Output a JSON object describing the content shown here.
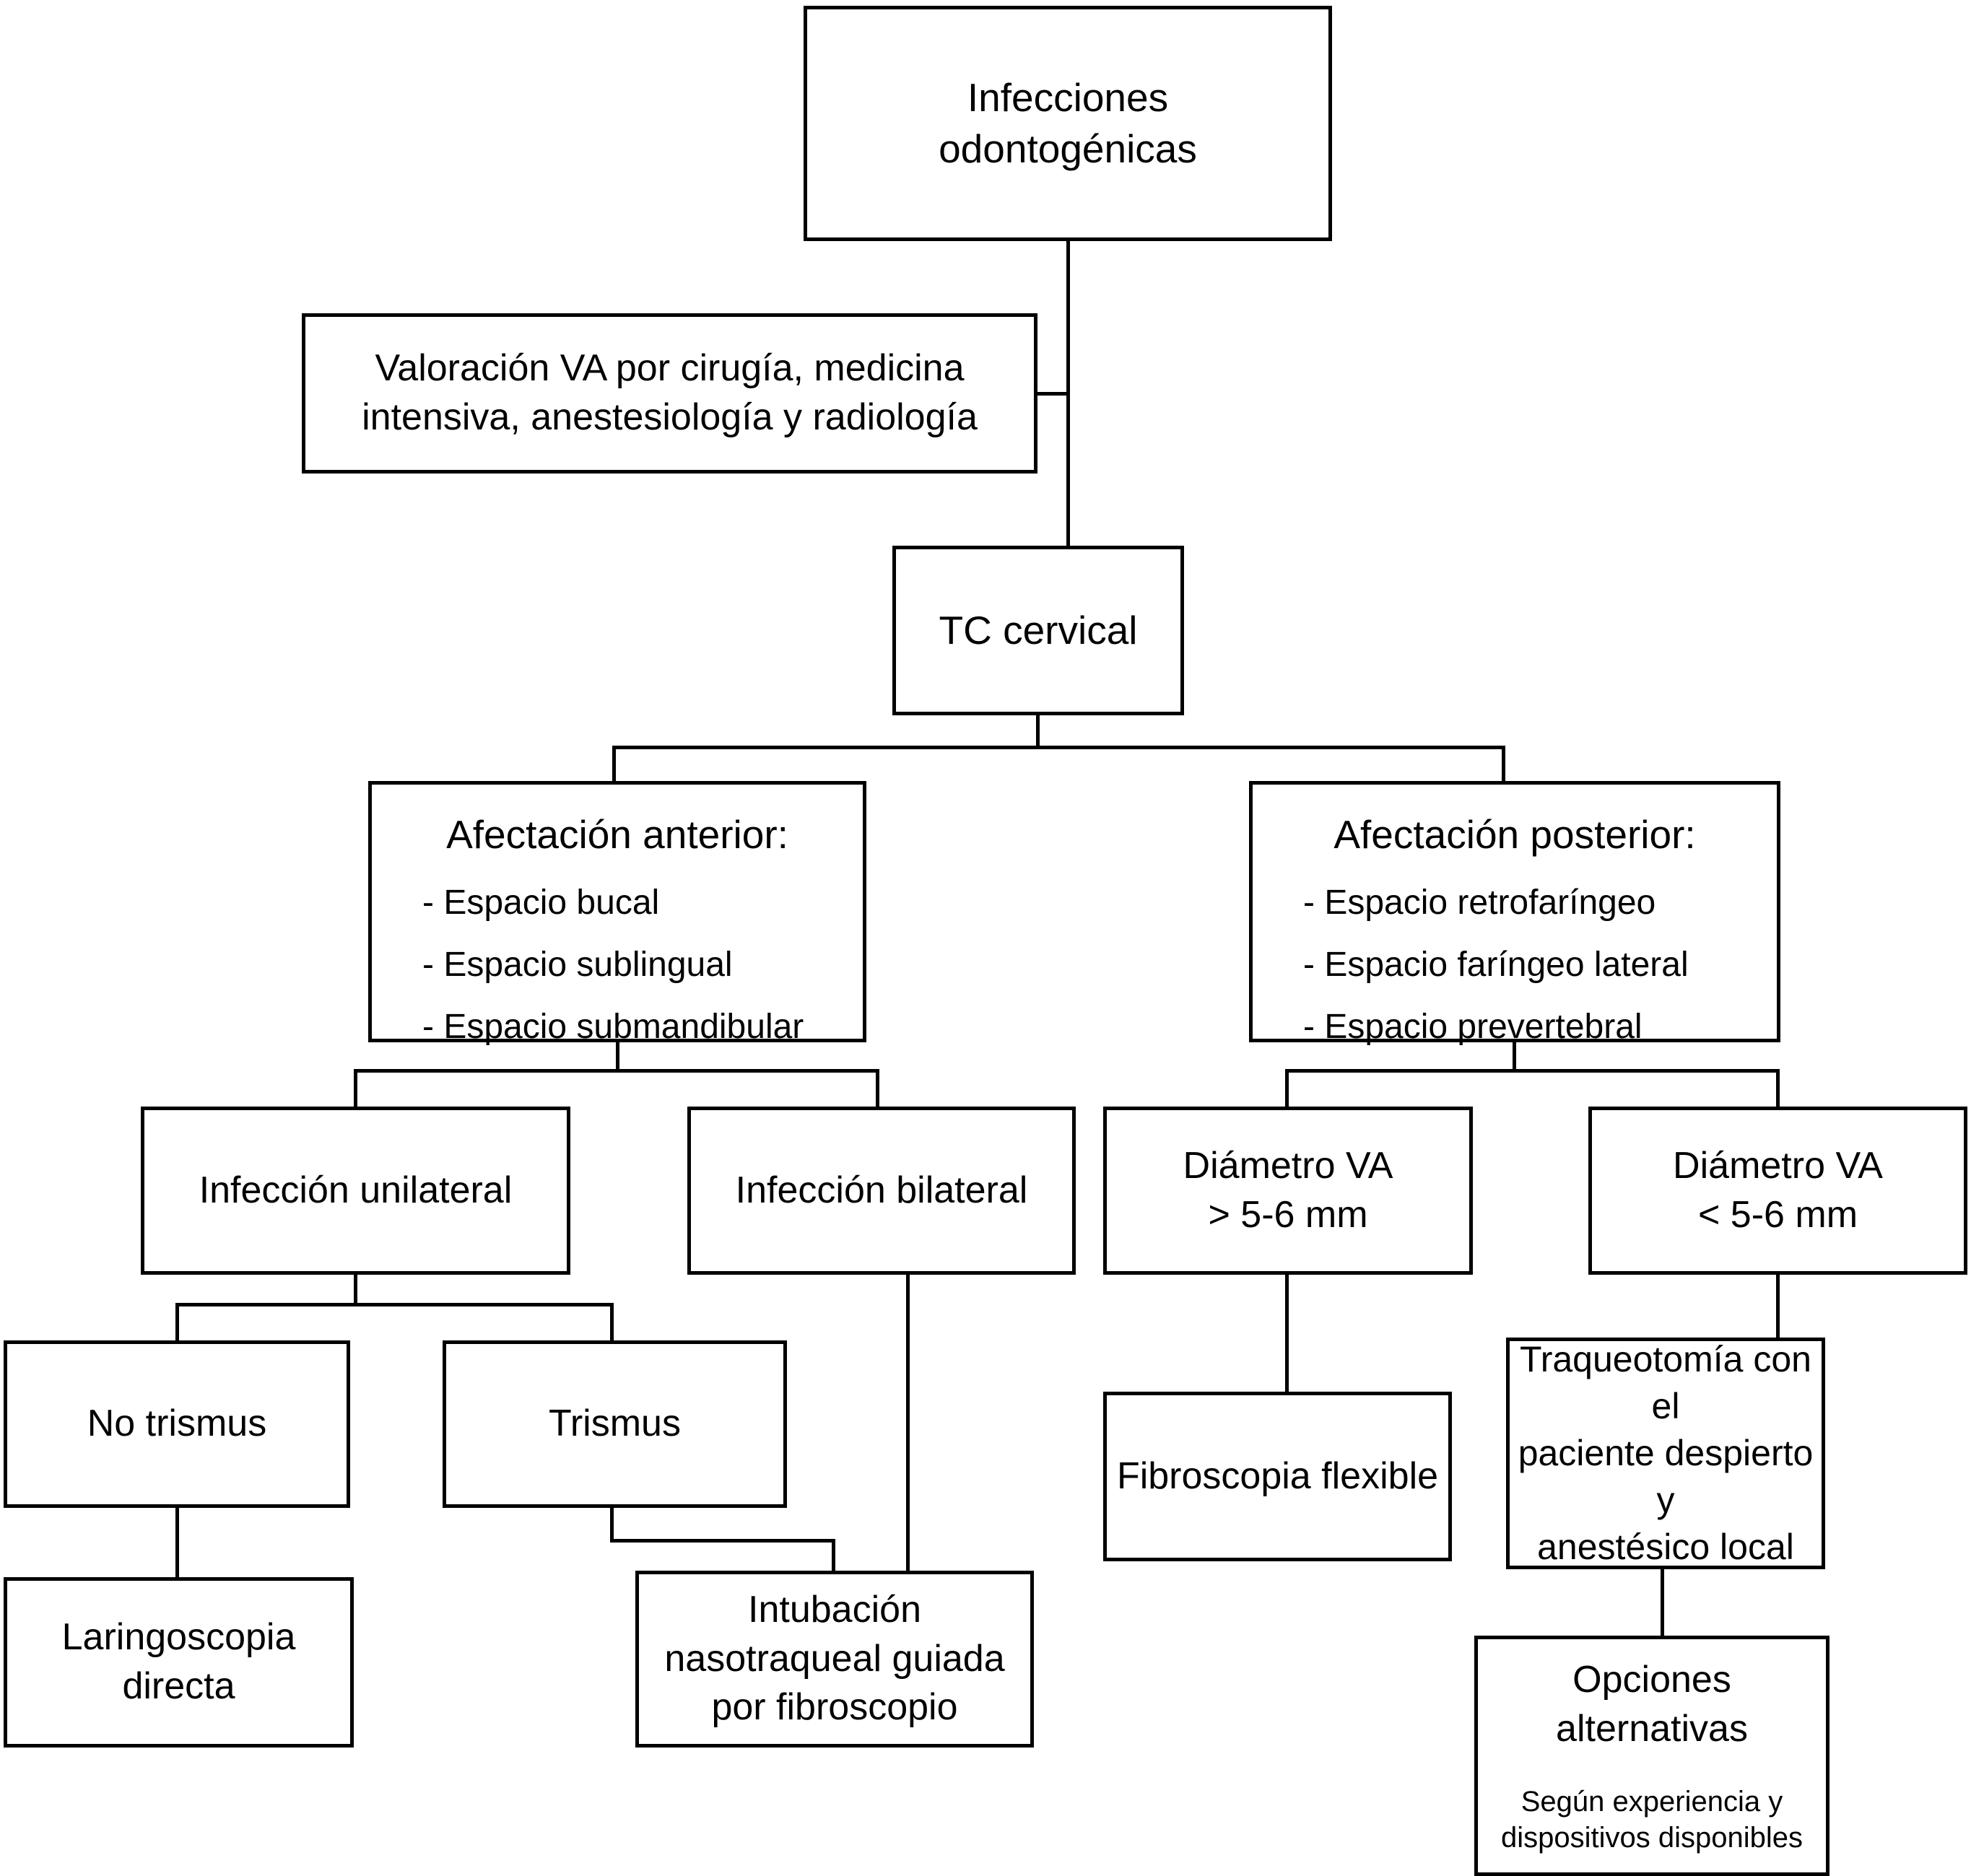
{
  "diagram": {
    "title": "Algoritmo de manejo de la via aerea en infecciones odontogenicas",
    "nodes": {
      "root": {
        "label": "Infecciones\nodontogénicas"
      },
      "valoracion": {
        "label": "Valoración VA por cirugía, medicina\nintensiva, anestesiología y radiología"
      },
      "tc": {
        "label": "TC cervical"
      },
      "anterior": {
        "title": "Afectación anterior:",
        "bullets": [
          "- Espacio bucal",
          "- Espacio sublingual",
          "- Espacio submandibular"
        ]
      },
      "posterior": {
        "title": "Afectación posterior:",
        "bullets": [
          "- Espacio retrofaríngeo",
          "- Espacio faríngeo lateral",
          "- Espacio prevertebral"
        ]
      },
      "unilateral": {
        "label": "Infección unilateral"
      },
      "bilateral": {
        "label": "Infección bilateral"
      },
      "diam_mayor": {
        "label": "Diámetro VA\n> 5-6 mm"
      },
      "diam_menor": {
        "label": "Diámetro VA\n< 5-6 mm"
      },
      "no_trismus": {
        "label": "No trismus"
      },
      "trismus": {
        "label": "Trismus"
      },
      "fibroscopia": {
        "label": "Fibroscopia flexible"
      },
      "traqueotomia": {
        "label": "Traqueotomía con el\npaciente despierto y\nanestésico local"
      },
      "laringoscopia": {
        "label": "Laringoscopia\ndirecta"
      },
      "intubacion": {
        "label": "Intubación\nnasotraqueal guiada\npor fibroscopio"
      },
      "opciones": {
        "title": "Opciones alternativas",
        "subtitle": "Según experiencia y\ndispositivos disponibles"
      }
    },
    "style": {
      "line_color": "#000000",
      "box_fill": "#ffffff",
      "text_color": "#000000"
    }
  }
}
